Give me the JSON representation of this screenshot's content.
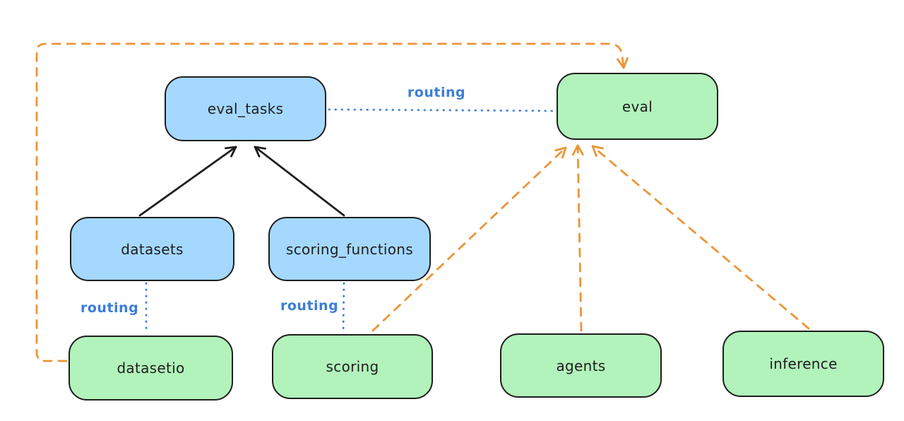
{
  "colors": {
    "blue_fill": "#a5d8ff",
    "green_fill": "#b2f2bb",
    "node_stroke": "#1e1e1e",
    "routing_blue": "#3b7dd8",
    "orange": "#ec9437",
    "background": "#ffffff"
  },
  "nodes": [
    {
      "id": "eval_tasks",
      "label": "eval_tasks",
      "color": "blue"
    },
    {
      "id": "eval",
      "label": "eval",
      "color": "green"
    },
    {
      "id": "datasets",
      "label": "datasets",
      "color": "blue"
    },
    {
      "id": "scoring_functions",
      "label": "scoring_functions",
      "color": "blue"
    },
    {
      "id": "datasetio",
      "label": "datasetio",
      "color": "green"
    },
    {
      "id": "scoring",
      "label": "scoring",
      "color": "green"
    },
    {
      "id": "agents",
      "label": "agents",
      "color": "green"
    },
    {
      "id": "inference",
      "label": "inference",
      "color": "green"
    }
  ],
  "edges": [
    {
      "from": "datasets",
      "to": "eval_tasks",
      "style": "solid-black-arrow",
      "label": ""
    },
    {
      "from": "scoring_functions",
      "to": "eval_tasks",
      "style": "solid-black-arrow",
      "label": ""
    },
    {
      "from": "eval_tasks",
      "to": "eval",
      "style": "dotted-blue",
      "label": "routing"
    },
    {
      "from": "datasets",
      "to": "datasetio",
      "style": "dotted-blue",
      "label": "routing"
    },
    {
      "from": "scoring_functions",
      "to": "scoring",
      "style": "dotted-blue",
      "label": "routing"
    },
    {
      "from": "datasetio",
      "to": "eval",
      "style": "dashed-orange-arrow",
      "label": ""
    },
    {
      "from": "scoring",
      "to": "eval",
      "style": "dashed-orange-arrow",
      "label": ""
    },
    {
      "from": "agents",
      "to": "eval",
      "style": "dashed-orange-arrow",
      "label": ""
    },
    {
      "from": "inference",
      "to": "eval",
      "style": "dashed-orange-arrow",
      "label": ""
    }
  ]
}
